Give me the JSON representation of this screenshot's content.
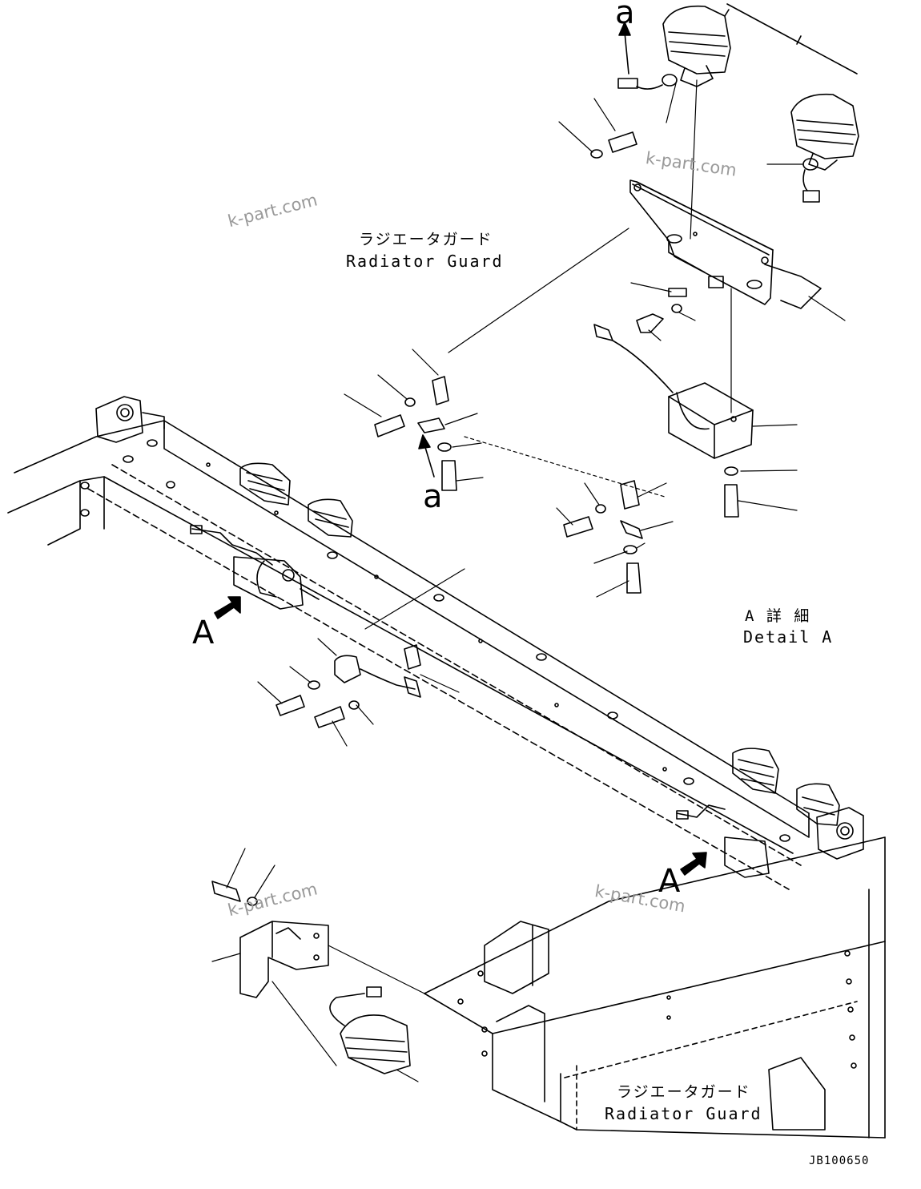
{
  "labels": {
    "guard_top_jp": "ラジエータガード",
    "guard_top_en": "Radiator Guard",
    "guard_bottom_jp": "ラジエータガード",
    "guard_bottom_en": "Radiator Guard",
    "detail_jp": "A 詳 細",
    "detail_en": "Detail A",
    "view_a_left": "A",
    "view_a_right": "A",
    "ref_a_top": "a",
    "ref_a_mid": "a",
    "drawing_code": "JB100650"
  },
  "watermarks": [
    "k-part.com",
    "k-part.com",
    "k-part.com",
    "k-part.com"
  ]
}
